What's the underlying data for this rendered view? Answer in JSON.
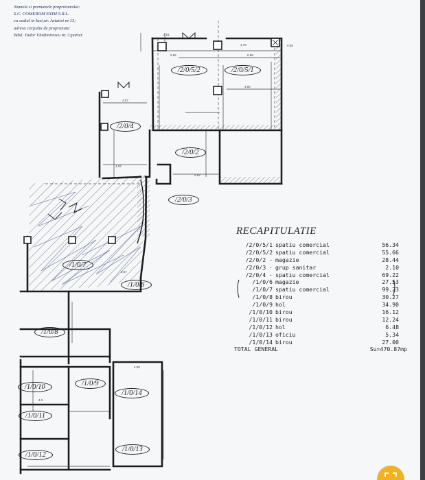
{
  "header": {
    "lines": [
      "Numele si prenumele proprietarului:",
      "S.C. COMEROM EXIM S.R.L.",
      "cu sediul in Iasi,str. Aviatiei nr.13;",
      "adresa corpului de proprietate:",
      "Bdul. Tudor Vladimirescu nr. 3;parter."
    ]
  },
  "rooms": {
    "r2_0_5_2": "/2/0/5/2",
    "r2_0_5_1": "/2/0/5/1",
    "r2_0_4": "/2/0/4",
    "r2_0_2": "/2/0/2",
    "r2_0_3": "/2/0/3",
    "r1_0_7": "/1/0/7",
    "r1_0_6": "/1/0/6",
    "r1_0_8": "/1/0/8",
    "r1_0_9": "/1/0/9",
    "r1_0_10": "/1/0/10",
    "r1_0_14": "/1/0/14",
    "r1_0_11": "/1/0/11",
    "r1_0_13": "/1/0/13",
    "r1_0_12": "/1/0/12"
  },
  "recap": {
    "title": "RECAPITULATIE",
    "rows": [
      {
        "code": "/2/0/5/1",
        "desc": "spatiu comercial",
        "area": "56.34"
      },
      {
        "code": "/2/0/5/2",
        "desc": "spatiu comercial",
        "area": "55.66"
      },
      {
        "code": "/2/0/2 -",
        "desc": "magazie",
        "area": "28.44"
      },
      {
        "code": "/2/0/3 ·",
        "desc": "grup sanitar",
        "area": "2.10"
      },
      {
        "code": "/2/0/4 ·",
        "desc": "spatiu comercial",
        "area": "69.22"
      },
      {
        "code": "/1/0/6",
        "desc": "magazie",
        "area": "27.53"
      },
      {
        "code": "/1/0/7",
        "desc": "spatiu comercial",
        "area": "99.23"
      },
      {
        "code": "/1/0/8",
        "desc": "birou",
        "area": "30.27"
      },
      {
        "code": "/1/0/9",
        "desc": "hol",
        "area": "34.90"
      },
      {
        "code": "/1/0/10",
        "desc": "birou",
        "area": "16.12"
      },
      {
        "code": "/1/0/11",
        "desc": "birou",
        "area": "12.24"
      },
      {
        "code": "/1/0/12",
        "desc": "hol",
        "area": "6.48"
      },
      {
        "code": "/1/0/13",
        "desc": "oficiu",
        "area": "5.34"
      },
      {
        "code": "/1/0/14",
        "desc": "birou",
        "area": "27.00"
      }
    ],
    "total_label": "TOTAL GENERAL",
    "total_value": "Su=470.87mp"
  },
  "colors": {
    "ink": "#1c1d20",
    "pen_blue": "#2f3f8f",
    "paper": "#f6f7f8"
  },
  "icons": {
    "corner_button": "lens-icon"
  }
}
